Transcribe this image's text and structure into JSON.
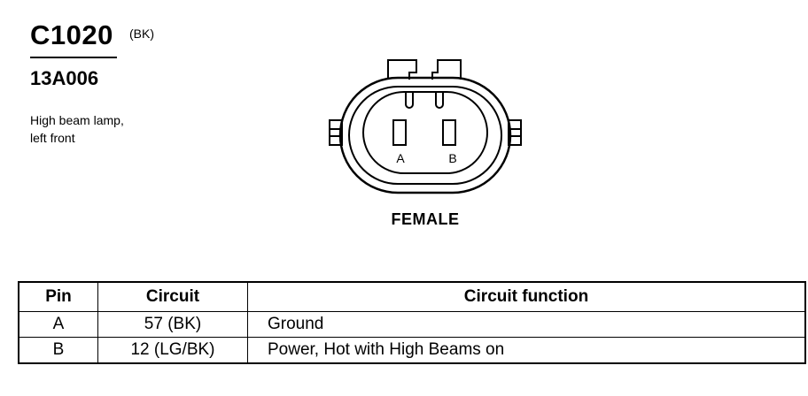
{
  "connector": {
    "id": "C1020",
    "color": "(BK)",
    "part_number": "13A006",
    "description": [
      "High beam lamp,",
      "left front"
    ]
  },
  "diagram": {
    "view": "FEMALE",
    "pins": [
      "A",
      "B"
    ]
  },
  "table": {
    "headers": [
      "Pin",
      "Circuit",
      "Circuit function"
    ],
    "rows": [
      [
        "A",
        "57 (BK)",
        "Ground"
      ],
      [
        "B",
        "12 (LG/BK)",
        "Power, Hot with High Beams on"
      ]
    ]
  }
}
